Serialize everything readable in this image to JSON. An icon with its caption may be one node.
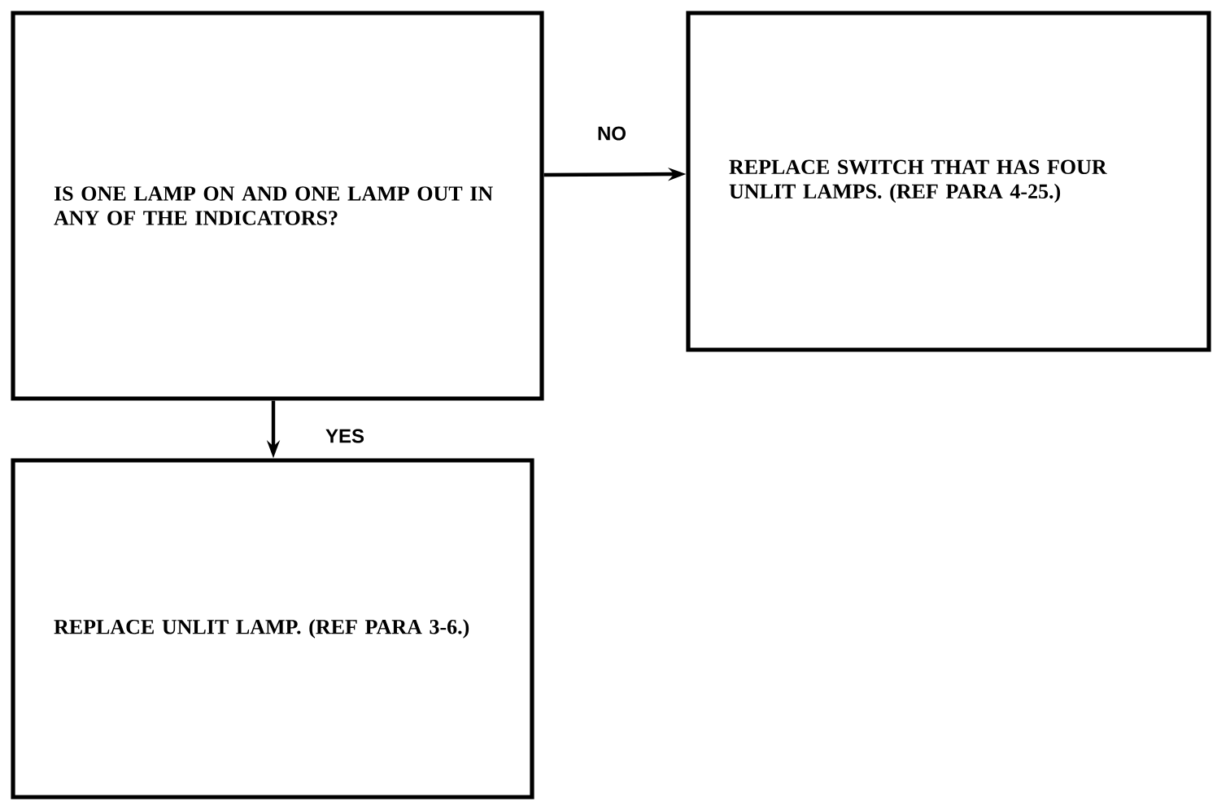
{
  "diagram": {
    "nodes": [
      {
        "text": [
          "IS ONE LAMP ON AND ONE LAMP OUT IN ANY OF THE INDICATORS?"
        ]
      },
      {
        "text": [
          "REPLACE SWITCH THAT HAS FOUR UNLIT LAMPS. (REF PARA 4-25.)"
        ]
      },
      {
        "text": [
          "REPLACE UNLIT LAMP. (REF PARA 3-6.)"
        ]
      }
    ],
    "edges": [
      {
        "from": 0,
        "to": 1,
        "arrow": "to",
        "label": "NO"
      },
      {
        "from": 0,
        "to": 2,
        "arrow": "to",
        "label": "YES"
      }
    ]
  }
}
